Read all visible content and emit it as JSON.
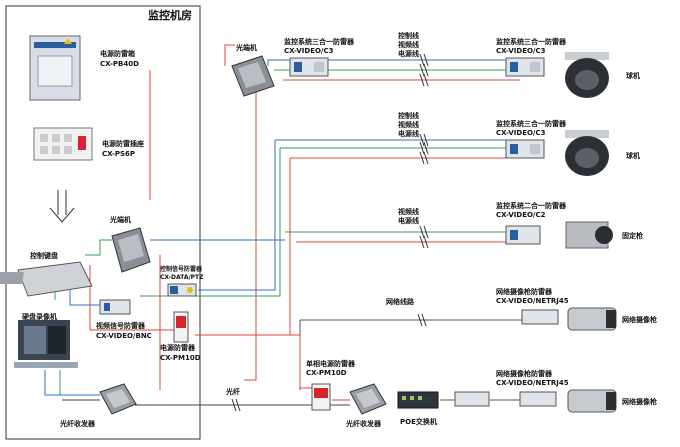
{
  "room": {
    "title": "监控机房"
  },
  "room_devices": {
    "power_box": {
      "name": "电源防雷箱",
      "model": "CX-PB40D"
    },
    "power_socket": {
      "name": "电源防雷插座",
      "model": "CX-PS6P"
    },
    "optical_left": {
      "name": "光端机"
    },
    "keyboard": {
      "name": "控制键盘"
    },
    "ctrl_arrester": {
      "name": "控制信号防雷器",
      "model": "CX-DATA/PTZ"
    },
    "dvr": {
      "name": "硬盘录像机"
    },
    "video_arrester": {
      "name": "视频信号防雷器",
      "model": "CX-VIDEO/BNC"
    },
    "power_arrester_room": {
      "name": "电源防雷器",
      "model": "CX-PM10D"
    },
    "fiber_left": {
      "name": "光纤收发器"
    }
  },
  "field": {
    "optical_top": {
      "name": "光端机"
    },
    "combo_top_left": {
      "name": "监控系统三合一防雷器",
      "model": "CX-VIDEO/C3"
    },
    "combo_top_right": {
      "name": "监控系统三合一防雷器",
      "model": "CX-VIDEO/C3"
    },
    "combo_mid": {
      "name": "监控系统三合一防雷器",
      "model": "CX-VIDEO/C3"
    },
    "combo_c2": {
      "name": "监控系统二合一防雷器",
      "model": "CX-VIDEO/C2"
    },
    "net_cam_arrester_1": {
      "name": "网络摄像枪防雷器",
      "model": "CX-VIDEO/NETRJ45"
    },
    "net_cam_arrester_2": {
      "name": "网络摄像枪防雷器",
      "model": "CX-VIDEO/NETRJ45"
    },
    "single_phase": {
      "name": "单相电源防雷器",
      "model": "CX-PM10D"
    },
    "fiber_right": {
      "name": "光纤收发器"
    },
    "poe_switch": {
      "name": "POE交换机"
    }
  },
  "cameras": {
    "dome1": "球机",
    "dome2": "球机",
    "fixed": "固定枪",
    "netcam1": "网络摄像枪",
    "netcam2": "网络摄像枪"
  },
  "line_labels": {
    "group1": [
      "控制线",
      "视频线",
      "电源线"
    ],
    "group2": [
      "控制线",
      "视频线",
      "电源线"
    ],
    "group3": [
      "视频线",
      "电源线"
    ],
    "network": "网络线路",
    "fiber": "光纤"
  },
  "colors": {
    "control_line": "#2d6fc4",
    "video_line": "#27a65a",
    "power_line": "#e0433a",
    "fiber_line": "#444444",
    "network_line": "#555555"
  }
}
